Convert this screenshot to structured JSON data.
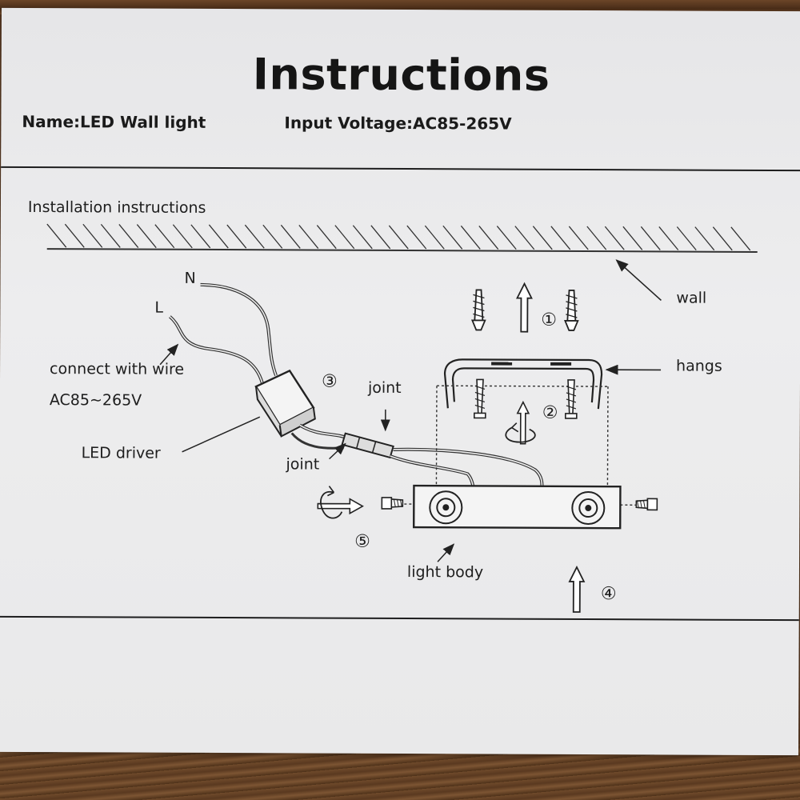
{
  "document": {
    "title": "Instructions",
    "name_field": "Name:LED Wall light",
    "voltage_field": "Input Voltage:AC85-265V",
    "section_heading": "Installation instructions"
  },
  "diagram": {
    "labels": {
      "neutral": "N",
      "live": "L",
      "connect_wire": "connect with wire",
      "wire_voltage": "AC85~265V",
      "led_driver": "LED driver",
      "joint_left": "joint",
      "joint_right": "joint",
      "wall": "wall",
      "hangs": "hangs",
      "light_body": "light body"
    },
    "steps": {
      "step1": "①",
      "step2": "②",
      "step3": "③",
      "step4": "④",
      "step5": "⑤"
    }
  }
}
